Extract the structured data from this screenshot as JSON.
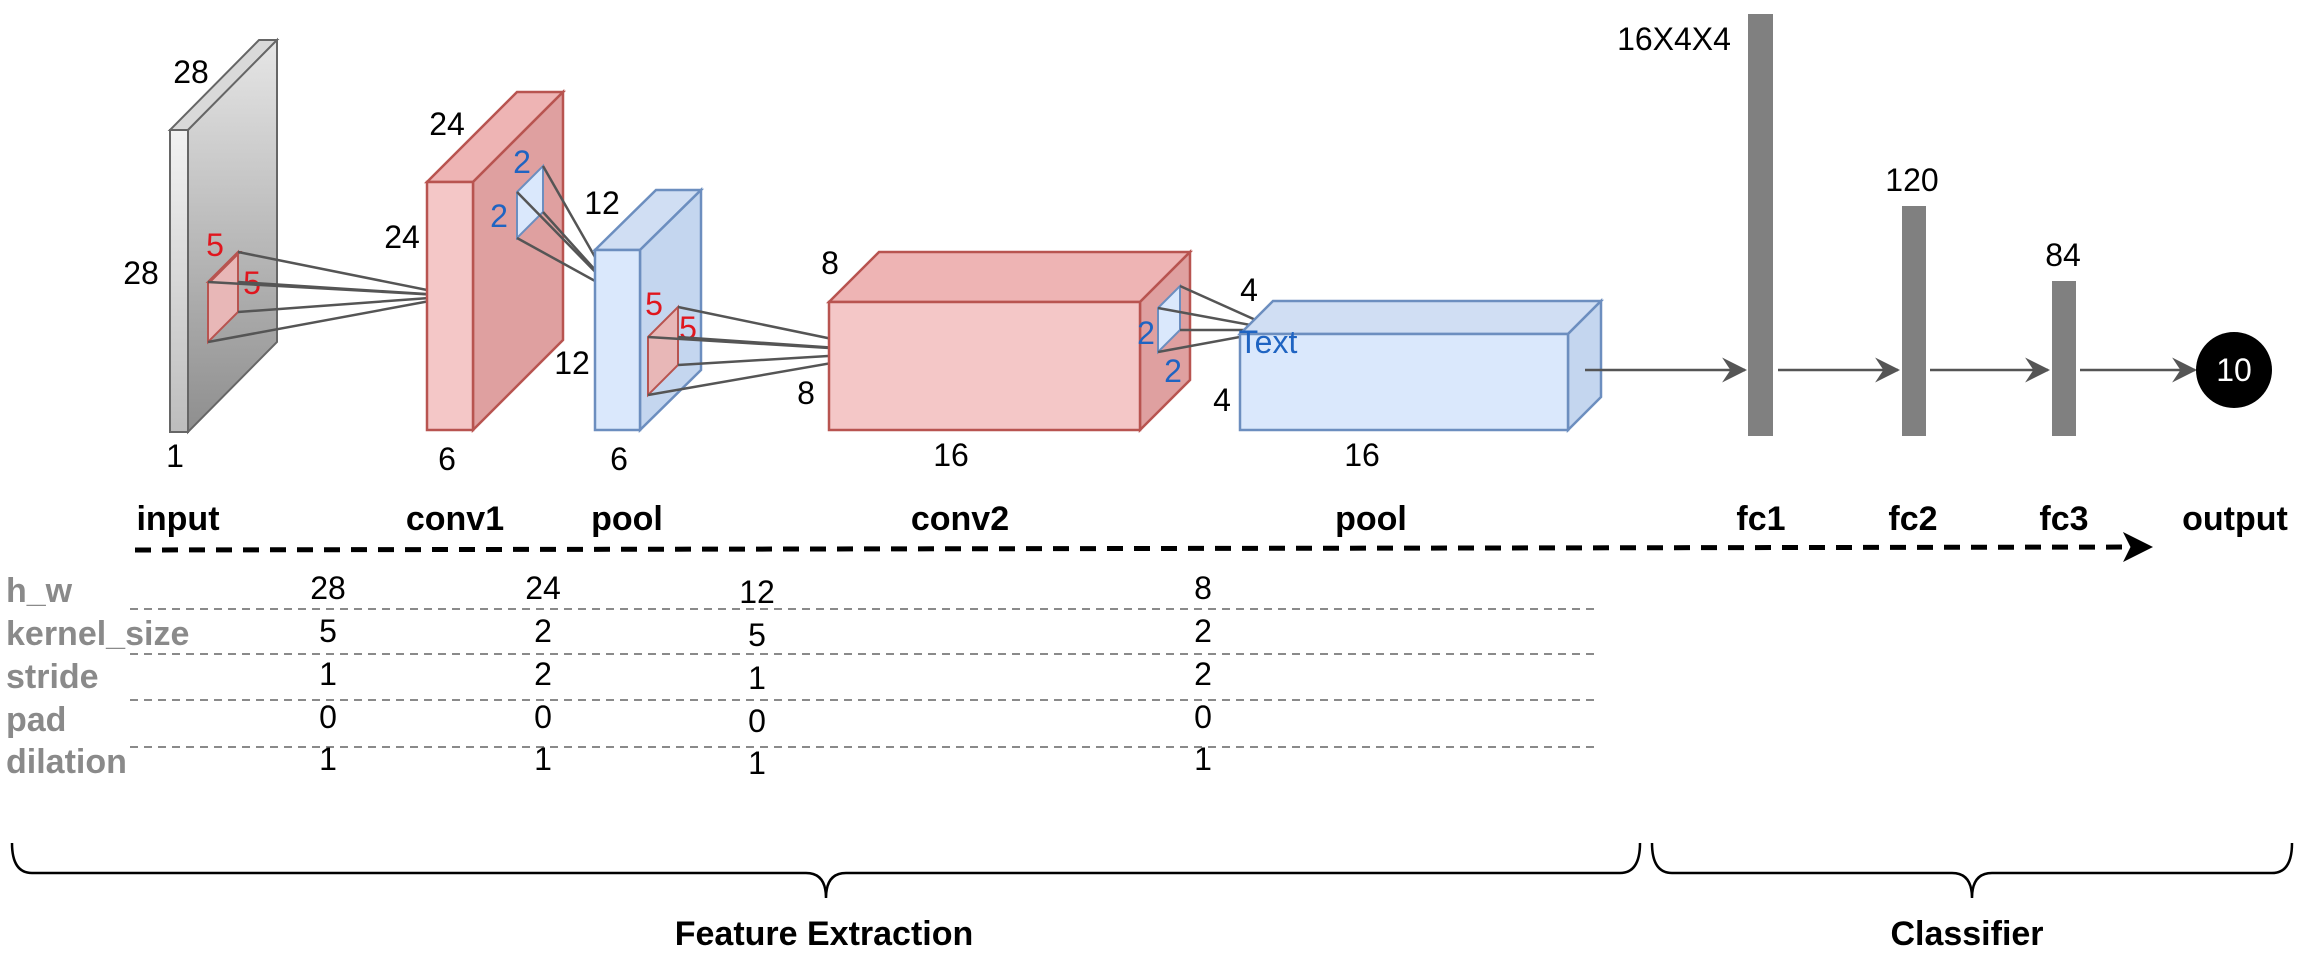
{
  "input": {
    "height": "28",
    "width": "28",
    "depth": "1"
  },
  "conv1": {
    "height": "24",
    "width": "24",
    "depth": "6"
  },
  "pool1": {
    "height": "12",
    "width": "12",
    "depth": "6"
  },
  "conv2": {
    "height": "8",
    "width": "8",
    "depth": "16"
  },
  "pool2": {
    "height": "4",
    "width": "4",
    "depth": "16",
    "text": "Text"
  },
  "kernels": {
    "input_kh": "5",
    "input_kw": "5",
    "conv1_kh": "2",
    "conv1_kw": "2",
    "pool1_kh": "5",
    "pool1_kw": "5",
    "conv2_kh": "2",
    "conv2_kw": "2"
  },
  "fc": {
    "fc1_size": "16X4X4",
    "fc2_size": "120",
    "fc3_size": "84",
    "output_value": "10"
  },
  "stage_labels": {
    "input": "input",
    "conv1": "conv1",
    "pool1": "pool",
    "conv2": "conv2",
    "pool2": "pool",
    "fc1": "fc1",
    "fc2": "fc2",
    "fc3": "fc3",
    "output": "output"
  },
  "param_table": {
    "row_labels": [
      "h_w",
      "kernel_size",
      "stride",
      "pad",
      "dilation"
    ],
    "columns": [
      {
        "values": [
          "28",
          "5",
          "1",
          "0",
          "1"
        ]
      },
      {
        "values": [
          "24",
          "2",
          "2",
          "0",
          "1"
        ]
      },
      {
        "values": [
          "12",
          "5",
          "1",
          "0",
          "1"
        ]
      },
      {
        "values": [
          "8",
          "2",
          "2",
          "0",
          "1"
        ]
      }
    ]
  },
  "sections": {
    "feature_extraction": "Feature Extraction",
    "classifier": "Classifier"
  },
  "colors": {
    "grey_block": "#b8b8b8",
    "red_block": "#f4c7c7",
    "red_stroke": "#b85450",
    "blue_block": "#dae8fc",
    "blue_stroke": "#6c8ebf",
    "fc_bar": "#808080",
    "kernel_red_text": "#e0161e",
    "kernel_blue_text": "#1f64c2"
  }
}
